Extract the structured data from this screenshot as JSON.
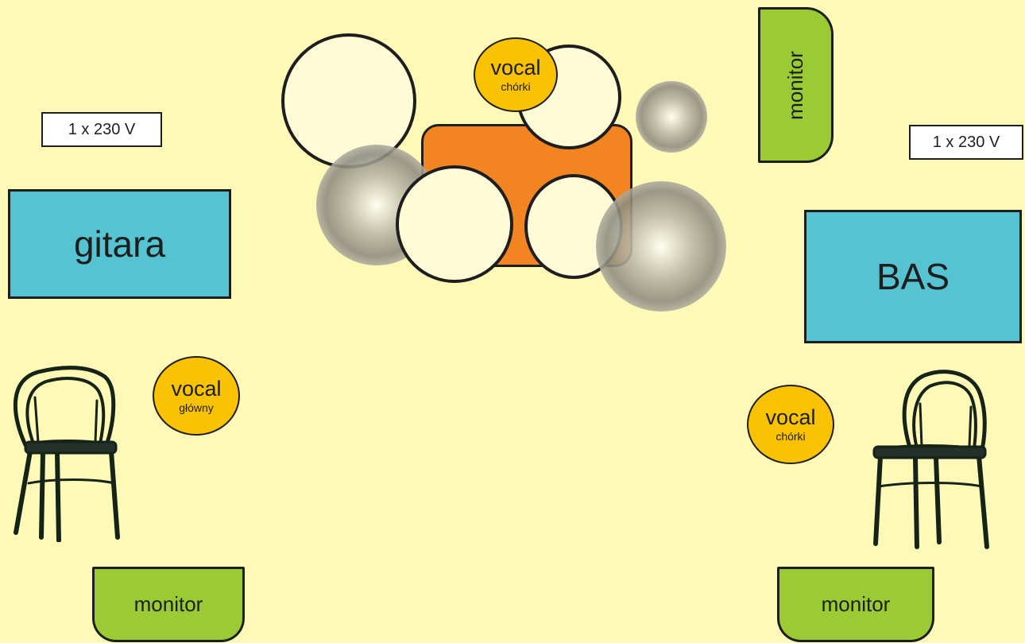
{
  "power_left": {
    "label": "1 x 230 V"
  },
  "power_right": {
    "label": "1 x 230 V"
  },
  "guitar_amp": {
    "label": "gitara"
  },
  "bass_amp": {
    "label": "BAS"
  },
  "monitor_top": {
    "label": "monitor"
  },
  "monitor_bottom_left": {
    "label": "monitor"
  },
  "monitor_bottom_right": {
    "label": "monitor"
  },
  "vocal_drums": {
    "label": "vocal",
    "sub": "chórki"
  },
  "vocal_lead": {
    "label": "vocal",
    "sub": "główny"
  },
  "vocal_right": {
    "label": "vocal",
    "sub": "chórki"
  },
  "colors": {
    "background": "#fff9b8",
    "amp": "#55c3d1",
    "monitor": "#9acb35",
    "vocal": "#f9c202",
    "drum_riser": "#f28422",
    "drum_head": "#fffbd6"
  }
}
